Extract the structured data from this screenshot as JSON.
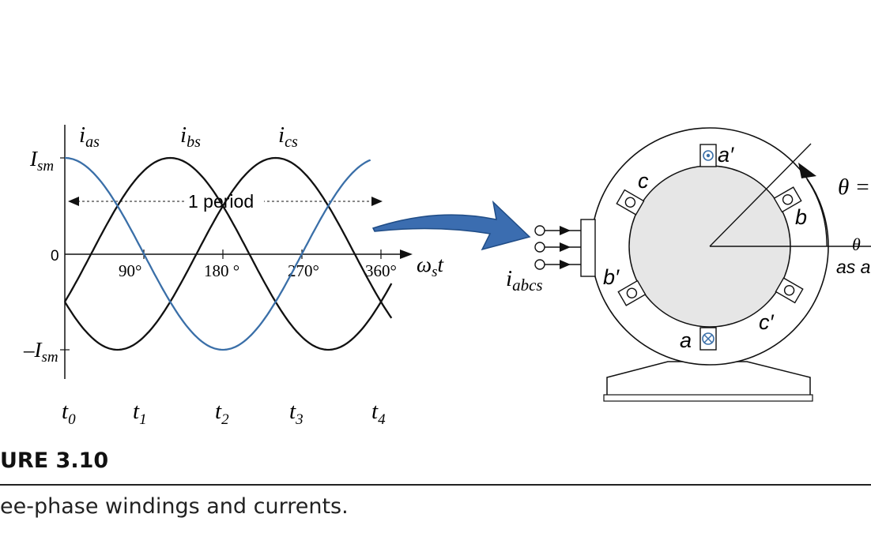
{
  "figure": {
    "label": "URE 3.10",
    "caption": "ee-phase windings and currents."
  },
  "waveform": {
    "series": [
      {
        "name": "ias",
        "main": "i",
        "sub": "as",
        "phase_deg": 0,
        "color": "#3a6fa8"
      },
      {
        "name": "ibs",
        "main": "i",
        "sub": "bs",
        "phase_deg": -120,
        "color": "#111111"
      },
      {
        "name": "ics",
        "main": "i",
        "sub": "cs",
        "phase_deg": 120,
        "color": "#111111"
      }
    ],
    "y_ticks": {
      "max": {
        "main": "I",
        "sub": "sm"
      },
      "zero": "0",
      "min": {
        "main": "–I",
        "sub": "sm"
      }
    },
    "x_ticks": [
      "90°",
      "180 °",
      "270°",
      "360°"
    ],
    "x_axis_label": {
      "main": "ω",
      "sub": "s",
      "tail": "t"
    },
    "period_label": "1 period",
    "times": [
      {
        "main": "t",
        "sub": "0"
      },
      {
        "main": "t",
        "sub": "1"
      },
      {
        "main": "t",
        "sub": "2"
      },
      {
        "main": "t",
        "sub": "3"
      },
      {
        "main": "t",
        "sub": "4"
      }
    ]
  },
  "machine": {
    "current_label": {
      "main": "i",
      "sub": "abcs"
    },
    "windings": {
      "a_prime": "a′",
      "c": "c",
      "b": "b",
      "b_prime": "b′",
      "c_prime": "c′",
      "a": "a"
    },
    "theta_label": "θ =",
    "theta_small": "θ",
    "axis_label": "as a",
    "colors": {
      "arrow": "#3b6db0",
      "rotor": "#e6e6e6",
      "mark": "#3a6fa8"
    }
  }
}
